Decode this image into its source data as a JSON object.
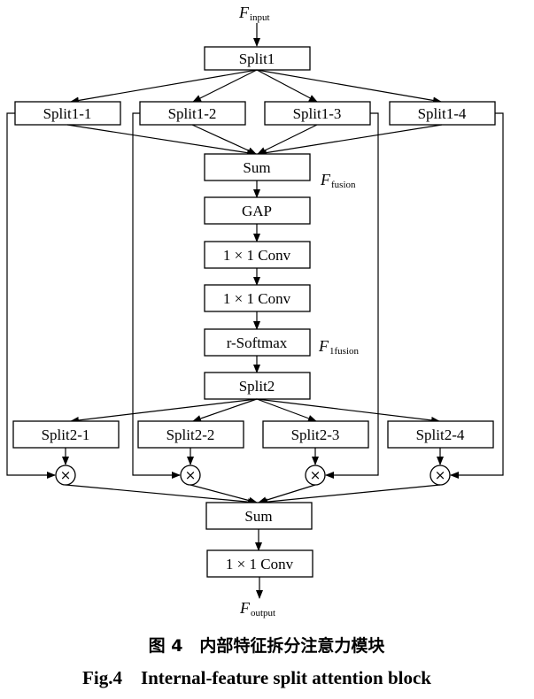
{
  "labels": {
    "f_input_main": "F",
    "f_input_sub": "input",
    "split1": "Split1",
    "split1_1": "Split1-1",
    "split1_2": "Split1-2",
    "split1_3": "Split1-3",
    "split1_4": "Split1-4",
    "sum1": "Sum",
    "f_fusion_main": "F",
    "f_fusion_sub": "fusion",
    "gap": "GAP",
    "conv1": "1 × 1 Conv",
    "conv2": "1 × 1 Conv",
    "rsoftmax": "r-Softmax",
    "f_1fusion_main": "F",
    "f_1fusion_sub": "1fusion",
    "split2": "Split2",
    "split2_1": "Split2-1",
    "split2_2": "Split2-2",
    "split2_3": "Split2-3",
    "split2_4": "Split2-4",
    "multiply": "×",
    "sum2": "Sum",
    "conv3": "1 × 1 Conv",
    "f_output_main": "F",
    "f_output_sub": "output"
  },
  "caption": {
    "cn": "图 4　内部特征拆分注意力模块",
    "en": "Fig.4　Internal-feature split attention block"
  }
}
